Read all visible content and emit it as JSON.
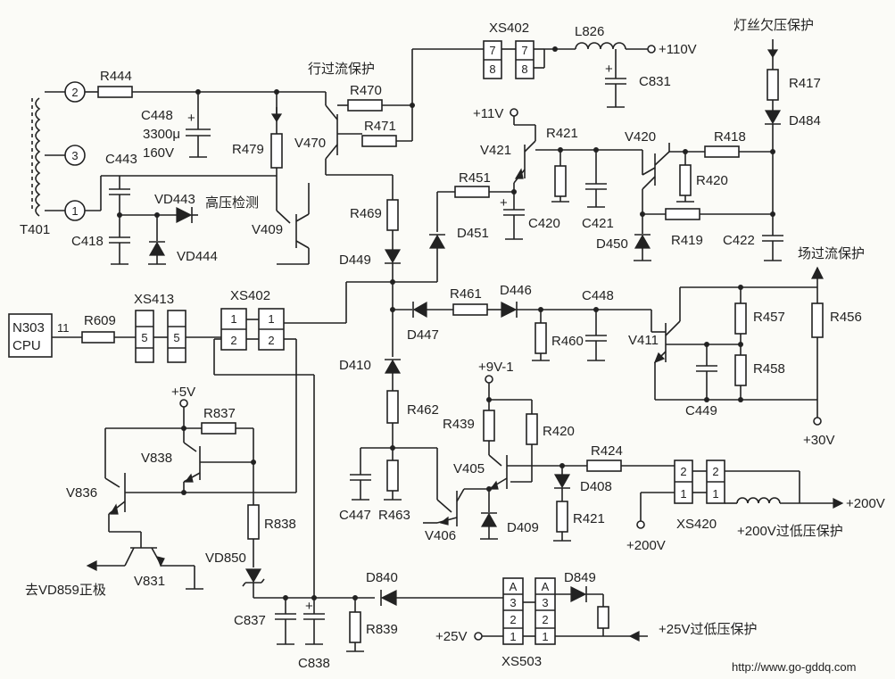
{
  "transformer": {
    "name": "T401",
    "pins": [
      "2",
      "3",
      "1"
    ]
  },
  "components": {
    "R444": "R444",
    "C448a": "C448",
    "C448_val1": "3300μ",
    "C448_val2": "160V",
    "C443": "C443",
    "VD443": "VD443",
    "VD444": "VD444",
    "C418": "C418",
    "R479": "R479",
    "V409": "V409",
    "V470": "V470",
    "R470": "R470",
    "R471": "R471",
    "R469": "R469",
    "D449": "D449",
    "R451": "R451",
    "D451": "D451",
    "V421": "V421",
    "R421a": "R421",
    "C420": "C420",
    "C421": "C421",
    "V420": "V420",
    "R418": "R418",
    "R420a": "R420",
    "R419": "R419",
    "D450": "D450",
    "C422": "C422",
    "R417": "R417",
    "D484": "D484",
    "L826": "L826",
    "C831": "C831",
    "XS402a": "XS402",
    "XS402b": "XS402",
    "R461": "R461",
    "D446": "D446",
    "D447": "D447",
    "C448b": "C448",
    "R460": "R460",
    "V411": "V411",
    "R457": "R457",
    "R458": "R458",
    "R456": "R456",
    "C449": "C449",
    "D410": "D410",
    "R462": "R462",
    "C447": "C447",
    "R463": "R463",
    "R439": "R439",
    "R420b": "R420",
    "V405": "V405",
    "V406": "V406",
    "D409": "D409",
    "R424": "R424",
    "D408": "D408",
    "R421b": "R421",
    "XS420": "XS420",
    "R609": "R609",
    "XS413": "XS413",
    "V836": "V836",
    "V838": "V838",
    "R837": "R837",
    "V831": "V831",
    "R838": "R838",
    "VD850": "VD850",
    "C837": "C837",
    "C838": "C838",
    "R839": "R839",
    "D840": "D840",
    "D849": "D849",
    "XS503": "XS503"
  },
  "connector_pins": {
    "xs402_top": [
      "7",
      "8"
    ],
    "xs402_mid": [
      "1",
      "2"
    ],
    "xs413": [
      "5"
    ],
    "xs420": [
      "2",
      "1"
    ],
    "xs503": [
      "A",
      "3",
      "2",
      "1"
    ]
  },
  "cpu": {
    "line1": "N303",
    "line2": "CPU",
    "pin": "11"
  },
  "rails": {
    "p110": "+110V",
    "p11": "+11V",
    "p9": "+9V-1",
    "p5": "+5V",
    "p30": "+30V",
    "p200a": "+200V",
    "p200b": "+200V",
    "p25": "+25V"
  },
  "annotations": {
    "row_overcurrent": "行过流保护",
    "hv_detect": "高压检测",
    "filament_uv": "灯丝欠压保护",
    "field_overcurrent": "场过流保护",
    "v200_protect": "+200V过低压保护",
    "v25_protect": "+25V过低压保护",
    "to_vd859": "去VD859正极"
  },
  "watermark": "http://www.go-gddq.com"
}
